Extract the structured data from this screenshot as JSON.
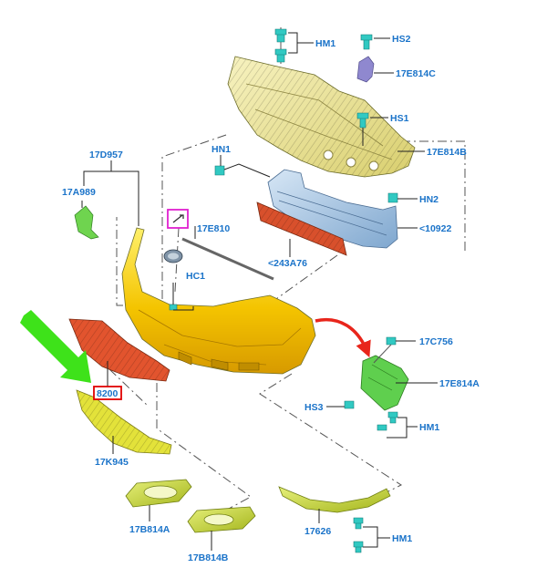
{
  "callouts": {
    "hm1_top": "HM1",
    "hs2": "HS2",
    "p17e814c": "17E814C",
    "hs1": "HS1",
    "p17e814b": "17E814B",
    "hn1": "HN1",
    "p17d957": "17D957",
    "p17a989": "17A989",
    "hn2": "HN2",
    "p10922": "<10922",
    "p17e810": "17E810",
    "p243a76": "<243A76",
    "hc1": "HC1",
    "p17c756": "17C756",
    "p8200": "8200",
    "p17e814a": "17E814A",
    "hs3": "HS3",
    "hm1_mid": "HM1",
    "p17k945": "17K945",
    "p17b814a": "17B814A",
    "p17626": "17626",
    "hm1_bot": "HM1",
    "p17b814b": "17B814B"
  },
  "colors": {
    "callout_text": "#1a73c9",
    "bumper_yellow": "#f4c400",
    "absorber_pale": "#eee69a",
    "beam_blue": "#a9c8e6",
    "reinforcement_red": "#d8502c",
    "grille_red": "#e2542e",
    "grille_yellow": "#e3e23a",
    "trim_green": "#c4d82c",
    "clip_cyan": "#31c9c2",
    "bracket_green": "#5fcf4e",
    "highlight_arrow_green": "#3ee21a",
    "swing_arrow_red": "#e8251b",
    "highlight_box_red": "#e00000",
    "highlight_box_magenta": "#e020d0"
  },
  "icons": [
    "clip-icon",
    "bolt-icon",
    "ford-badge-icon",
    "camera-sensor-icon"
  ]
}
